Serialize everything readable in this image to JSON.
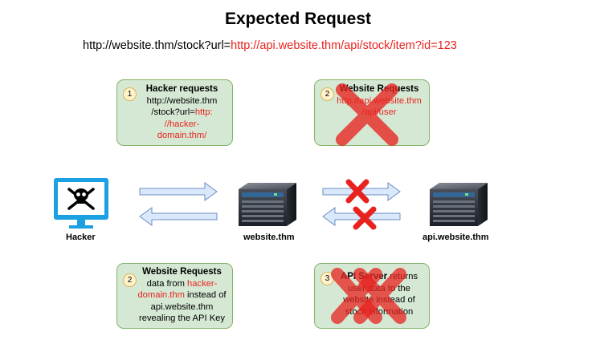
{
  "title": "Expected Request",
  "request_url": {
    "prefix": "http://website.thm/stock?url=",
    "highlight": "http://api.website.thm/api/stock/item?id=123"
  },
  "steps": [
    {
      "number": "1",
      "title": "Hacker requests",
      "lines": [
        "http://website.thm",
        "/stock?url="
      ],
      "red_lines": [
        "http:",
        "//hacker-",
        "domain.thm/"
      ]
    },
    {
      "number": "2",
      "title": "Website Requests",
      "red_lines": [
        "http://api.website.thm",
        "/api/user"
      ],
      "crossed": true
    },
    {
      "number": "2",
      "title": "Website Requests",
      "text_a": "data from ",
      "red_a": "hacker-",
      "red_b": "domain.thm",
      "text_b": " instead of",
      "text_c": "api.website.thm",
      "text_d": "revealing the API Key"
    },
    {
      "number": "3",
      "title": "API Server",
      "title_suffix": " returns",
      "lines": [
        "user data to the",
        "website instead of",
        "stock information"
      ],
      "crossed": true
    }
  ],
  "nodes": {
    "hacker": "Hacker",
    "website": "website.thm",
    "api": "api.website.thm"
  },
  "colors": {
    "box_fill": "#d5e8d4",
    "box_border": "#82b366",
    "arrow_fill": "#dae8fc",
    "arrow_border": "#6c8ebf",
    "cross": "#e8231f",
    "monitor": "#1ba1e2"
  }
}
